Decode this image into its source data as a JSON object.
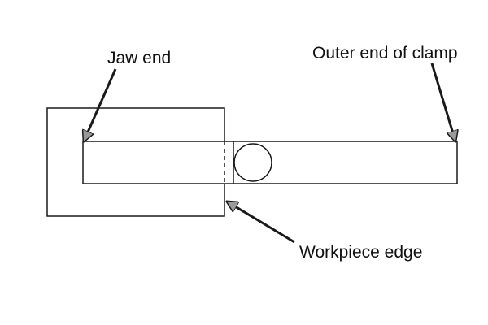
{
  "labels": {
    "jaw_end": "Jaw end",
    "outer_end": "Outer end of clamp",
    "workpiece_edge": "Workpiece edge"
  },
  "colors": {
    "line": "#1a1a1a",
    "arrow_fill": "#9a9a9a",
    "background": "#ffffff"
  }
}
